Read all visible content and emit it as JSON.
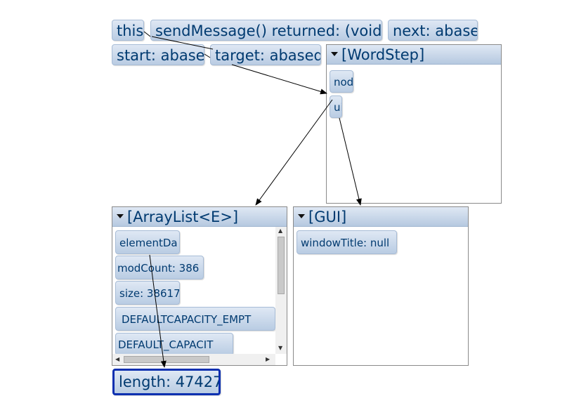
{
  "top_chips": {
    "this": "this",
    "send_message": "sendMessage() returned: (void)",
    "next": "next: abase",
    "start": "start: abase",
    "target": "target: abased"
  },
  "wordstep": {
    "title": "[WordStep]",
    "fields": [
      "nod",
      "ui"
    ]
  },
  "arraylist": {
    "title": "[ArrayList<E>]",
    "fields": [
      "elementDa",
      "modCount: 386",
      "size: 38617",
      "DEFAULTCAPACITY_EMPT",
      "DEFAULT_CAPACIT"
    ]
  },
  "gui": {
    "title": "[GUI]",
    "fields": [
      "windowTitle: null"
    ]
  },
  "length_chip": "length: 47427",
  "colors": {
    "chip_text": "#003a70",
    "selection_border": "#0b2fb0"
  }
}
